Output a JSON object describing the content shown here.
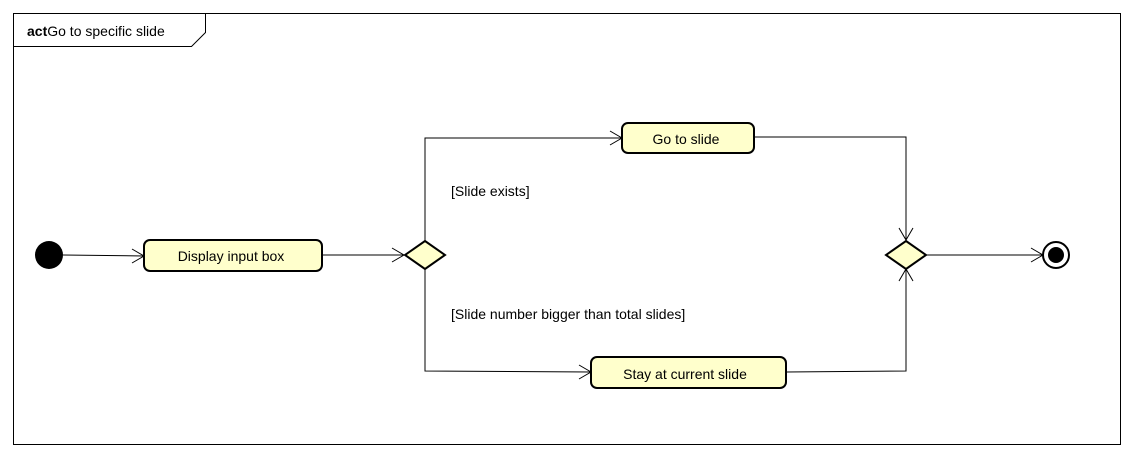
{
  "frame": {
    "keyword": "act",
    "name": "Go to specific slide"
  },
  "actions": {
    "display_input_box": "Display input box",
    "go_to_slide": "Go to slide",
    "stay_at_current_slide": "Stay at current slide"
  },
  "guards": {
    "slide_exists": "[Slide exists]",
    "slide_number_bigger": "[Slide number bigger than total slides]"
  },
  "colors": {
    "node_fill": "#ffffcc",
    "stroke": "#000000",
    "background": "#ffffff"
  }
}
